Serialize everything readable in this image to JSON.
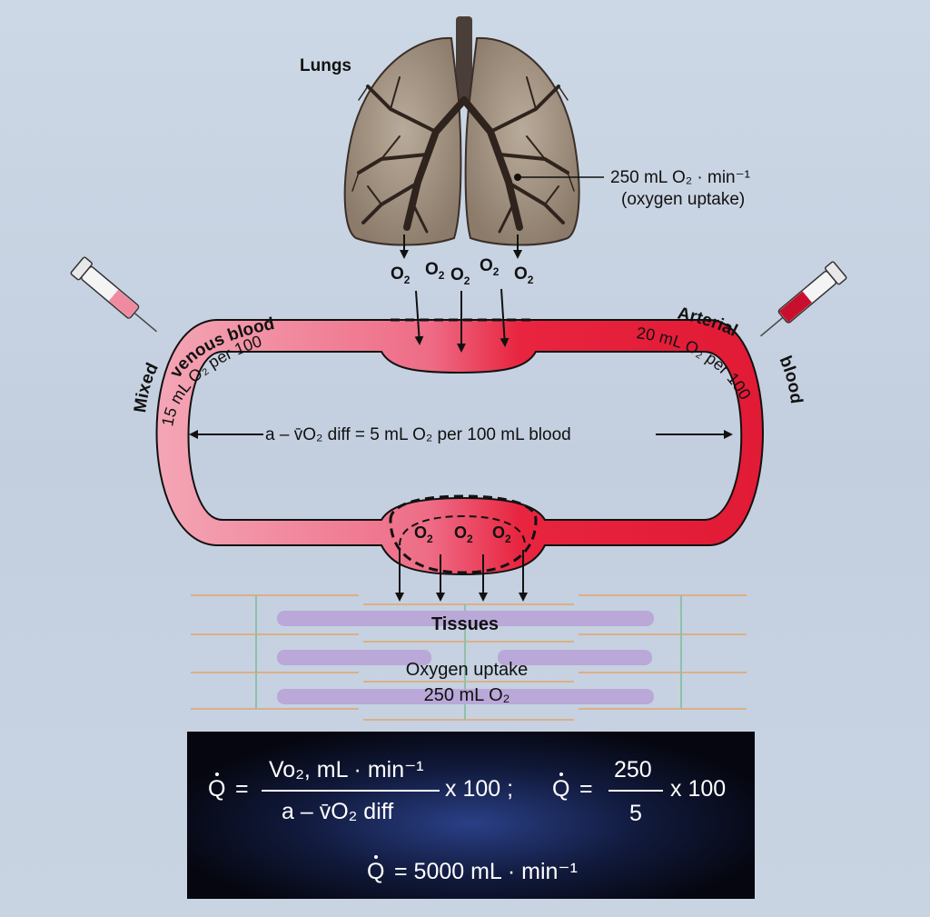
{
  "labels": {
    "lungs": "Lungs",
    "oxygen_uptake_rate": "250 mL O₂ · min⁻¹",
    "oxygen_uptake_note": "(oxygen uptake)",
    "mixed": "Mixed",
    "venous_blood": "venous blood",
    "venous_content": "15 mL O₂ per 100",
    "arterial": "Arterial",
    "blood": "blood",
    "arterial_content": "20 mL O₂ per 100",
    "avo2_diff": "a – v̄O₂ diff = 5 mL O₂ per 100 mL blood",
    "tissues": "Tissues",
    "tissue_uptake_line1": "Oxygen uptake",
    "tissue_uptake_line2": "250 mL O₂"
  },
  "oxygen_symbols": {
    "lung_o2": [
      "O",
      "O",
      "O",
      "O",
      "O"
    ],
    "tissue_o2": [
      "O",
      "O",
      "O"
    ],
    "subscript": "2"
  },
  "formula": {
    "q1_symbol": "Q",
    "equals": "=",
    "numerator": "Vo₂, mL · min⁻¹",
    "denominator": "a – v̄O₂ diff",
    "times_100_a": "x 100 ;",
    "q2_symbol": "Q",
    "equals2": "=",
    "num2": "250",
    "den2": "5",
    "times_100_b": "x 100",
    "result_symbol": "Q",
    "result": "= 5000 mL · min⁻¹"
  },
  "colors": {
    "venous": "#f08aa0",
    "arterial": "#e8243f",
    "tissue_bar": "#b9a8d8",
    "lung": "#a8998a"
  }
}
